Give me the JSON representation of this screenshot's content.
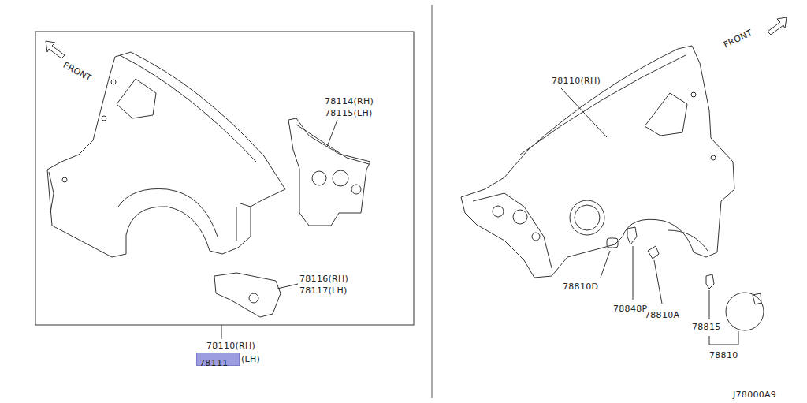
{
  "diagram": {
    "nodes": [
      {
        "text": [
          "78111"
        ]
      }
    ],
    "labels": [
      "FRONT",
      "78114(RH)",
      "78115(LH)",
      "78116(RH)",
      "78117(LH)",
      "78110(RH)",
      "(LH)",
      "FRONT",
      "78110(RH)",
      "78810D",
      "78848P",
      "78810A",
      "78815",
      "78810",
      "J78000A9"
    ]
  }
}
